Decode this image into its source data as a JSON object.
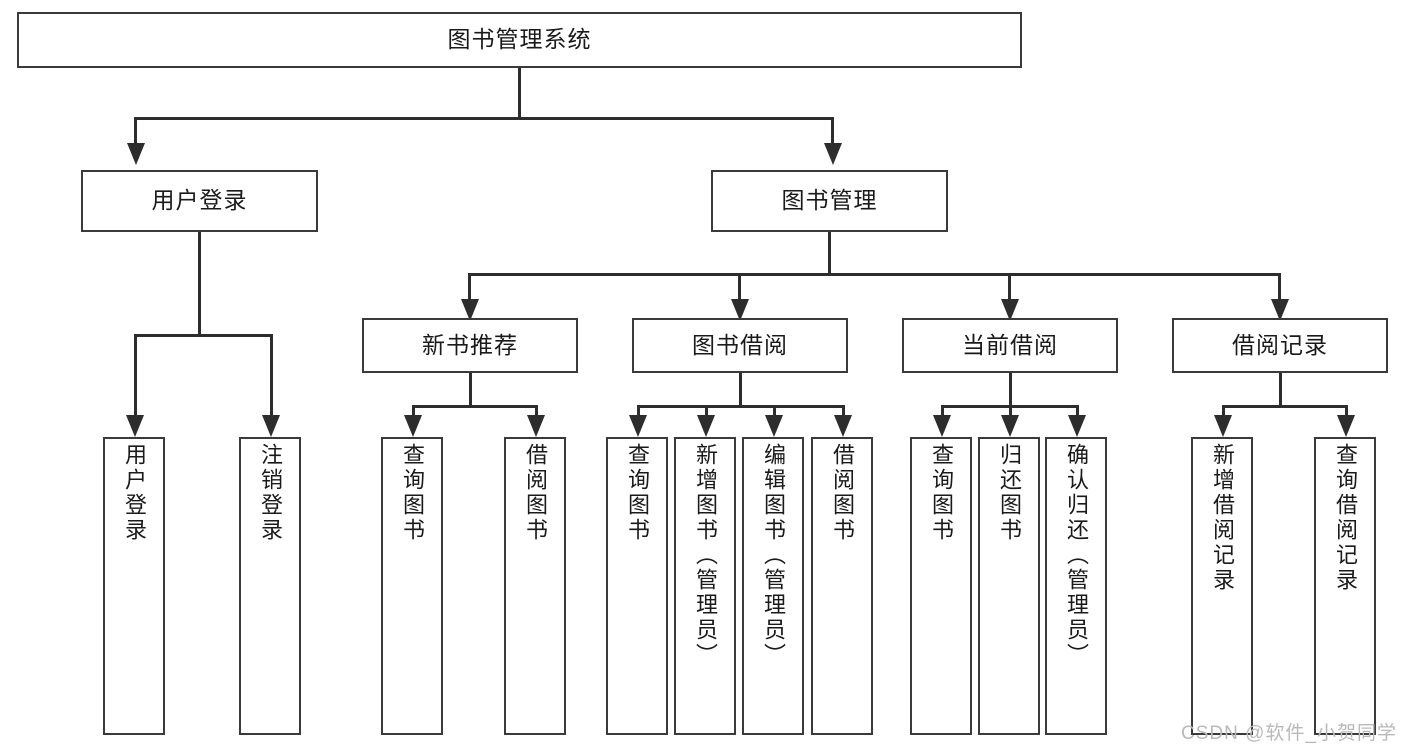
{
  "diagram": {
    "title": "图书管理系统",
    "type": "tree",
    "watermark": "CSDN @软件_小贺同学",
    "colors": {
      "box_border": "#3a3a3a",
      "connector": "#2d2d2d",
      "background": "#ffffff",
      "text": "#1a1a1a",
      "watermark": "#b9b9b9"
    },
    "root": {
      "label": "图书管理系统"
    },
    "level1": [
      {
        "label": "用户登录"
      },
      {
        "label": "图书管理"
      }
    ],
    "level2": [
      {
        "label": "新书推荐"
      },
      {
        "label": "图书借阅"
      },
      {
        "label": "当前借阅"
      },
      {
        "label": "借阅记录"
      }
    ],
    "leaves": {
      "user_login": [
        {
          "label": "用户登录"
        },
        {
          "label": "注销登录"
        }
      ],
      "new_book_recommend": [
        {
          "label": "查询图书"
        },
        {
          "label": "借阅图书"
        }
      ],
      "book_borrow": [
        {
          "label": "查询图书"
        },
        {
          "label": "新增图书（管理员）"
        },
        {
          "label": "编辑图书（管理员）"
        },
        {
          "label": "借阅图书"
        }
      ],
      "current_borrow": [
        {
          "label": "查询图书"
        },
        {
          "label": "归还图书"
        },
        {
          "label": "确认归还（管理员）"
        }
      ],
      "borrow_record": [
        {
          "label": "新增借阅记录"
        },
        {
          "label": "查询借阅记录"
        }
      ]
    }
  }
}
